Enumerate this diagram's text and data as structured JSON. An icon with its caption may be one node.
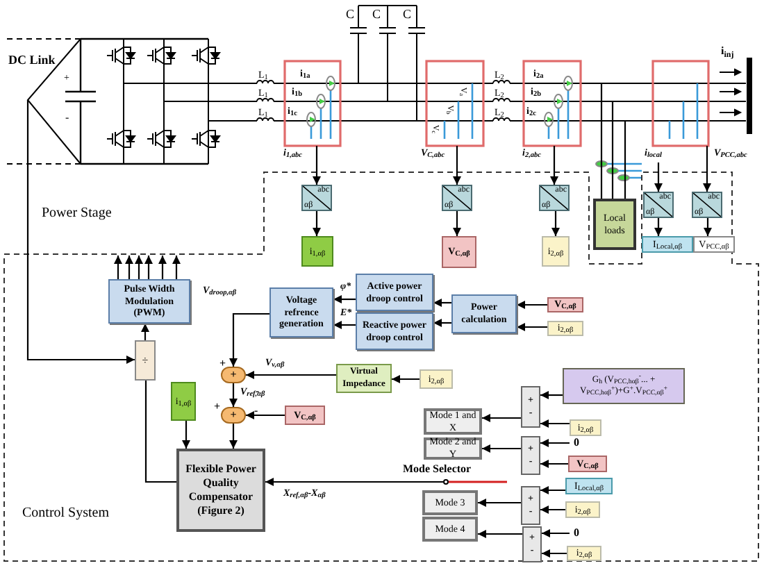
{
  "diagram": {
    "nodes": [
      {
        "text": [
          "abc",
          "αβ"
        ]
      },
      {
        "text": [
          "i$_{1,αβ}$"
        ]
      },
      {
        "text": [
          "abc",
          "αβ"
        ]
      },
      {
        "text": [
          "V$_{C,αβ}$"
        ]
      },
      {
        "text": [
          "abc",
          "αβ"
        ]
      },
      {
        "text": [
          "i$_{2,αβ}$"
        ]
      },
      {
        "text": [
          "Local loads"
        ]
      },
      {
        "text": [
          "abc",
          "αβ"
        ]
      },
      {
        "text": [
          "I$_{Local,αβ}$"
        ]
      },
      {
        "text": [
          "abc",
          "αβ"
        ]
      },
      {
        "text": [
          "V$_{PCC,αβ}$"
        ]
      },
      {
        "text": [
          "Pulse Width Modulation (PWM)"
        ]
      },
      {
        "text": [
          "÷"
        ]
      },
      {
        "text": [
          "Voltage refrence generation"
        ]
      },
      {
        "text": [
          "Active power droop control"
        ]
      },
      {
        "text": [
          "Reactive power droop control"
        ]
      },
      {
        "text": [
          "Power calculation"
        ]
      },
      {
        "text": [
          "V$_{C,αβ}$"
        ]
      },
      {
        "text": [
          "i$_{2,αβ}$"
        ]
      },
      {
        "text": [
          "+"
        ]
      },
      {
        "text": [
          "+"
        ]
      },
      {
        "text": [
          "Virtual Impedance"
        ]
      },
      {
        "text": [
          "i$_{2,αβ}$"
        ]
      },
      {
        "text": [
          "i$_{1,αβ}$"
        ]
      },
      {
        "text": [
          "V$_{C,αβ}$"
        ]
      },
      {
        "text": [
          "Flexible Power Quality Compensator (Figure 2)"
        ]
      },
      {
        "text": [
          "Mode 1 and X"
        ]
      },
      {
        "text": [
          "Mode 2 and Y"
        ]
      },
      {
        "text": [
          "Mode 3"
        ]
      },
      {
        "text": [
          "Mode 4"
        ]
      },
      {
        "text": [
          "+",
          "-"
        ]
      },
      {
        "text": [
          "+",
          "-"
        ]
      },
      {
        "text": [
          "+",
          "-"
        ]
      },
      {
        "text": [
          "+",
          "-"
        ]
      },
      {
        "text": [
          "G$_{h}$ (V$_{PCC,hαβ}$$^{-}$... + V$_{PCC,hαβ}$$^{+}$)+G$^{+}$.V$_{PCC,αβ}$$^{+}$"
        ]
      },
      {
        "text": [
          "i$_{2,αβ}$"
        ]
      },
      {
        "text": [
          "0"
        ]
      },
      {
        "text": [
          "V$_{C,αβ}$"
        ]
      },
      {
        "text": [
          "I$_{Local,αβ}$"
        ]
      },
      {
        "text": [
          "i$_{2,αβ}$"
        ]
      },
      {
        "text": [
          "0"
        ]
      },
      {
        "text": [
          "i$_{2,αβ}$"
        ]
      },
      {
        "text": [],
        "shape": "circle",
        "beside": [
          "Mode Selector"
        ]
      }
    ],
    "edges": [
      {
        "from": 11,
        "to": null,
        "arrow": "to"
      },
      {
        "from": 11,
        "to": null,
        "arrow": "to"
      },
      {
        "from": 11,
        "to": null,
        "arrow": "to"
      },
      {
        "from": 11,
        "to": null,
        "arrow": "to"
      },
      {
        "from": 11,
        "to": null,
        "arrow": "to"
      },
      {
        "from": 11,
        "to": null,
        "arrow": "to"
      },
      {
        "from": null,
        "to": 12,
        "arrow": "to"
      },
      {
        "from": 25,
        "to": 12,
        "arrow": "none"
      },
      {
        "from": 12,
        "to": 11,
        "arrow": "to"
      },
      {
        "from": 13,
        "to": 19,
        "arrow": "to",
        "label": "V$_{droop,αβ}$"
      },
      {
        "from": 14,
        "to": 13,
        "arrow": "to",
        "label": "φ*"
      },
      {
        "from": 15,
        "to": 13,
        "arrow": "to",
        "label": "E*"
      },
      {
        "from": 16,
        "to": 14,
        "arrow": "to"
      },
      {
        "from": 16,
        "to": 15,
        "arrow": "to"
      },
      {
        "from": 17,
        "to": 16,
        "arrow": "to"
      },
      {
        "from": 18,
        "to": 16,
        "arrow": "to"
      },
      {
        "from": 21,
        "to": 19,
        "arrow": "to",
        "label": "V$_{v,αβ}$"
      },
      {
        "from": 22,
        "to": 21,
        "arrow": "to"
      },
      {
        "from": 19,
        "to": 20,
        "arrow": "to",
        "label": "V$_{ref,αβ}$"
      },
      {
        "from": 24,
        "to": 20,
        "arrow": "to"
      },
      {
        "from": 20,
        "to": 25,
        "arrow": "to"
      },
      {
        "from": 23,
        "to": 25,
        "arrow": "to"
      },
      {
        "from": 42,
        "to": 25,
        "arrow": "to",
        "label": "X$_{ref,αβ}$-X$_{αβ}$"
      },
      {
        "from": 34,
        "to": 30,
        "arrow": "to"
      },
      {
        "from": 35,
        "to": 30,
        "arrow": "to"
      },
      {
        "from": 36,
        "to": 31,
        "arrow": "to"
      },
      {
        "from": 37,
        "to": 31,
        "arrow": "to"
      },
      {
        "from": 38,
        "to": 32,
        "arrow": "to"
      },
      {
        "from": 39,
        "to": 32,
        "arrow": "to"
      },
      {
        "from": 40,
        "to": 33,
        "arrow": "to"
      },
      {
        "from": 41,
        "to": 33,
        "arrow": "to"
      },
      {
        "from": 30,
        "to": 26,
        "arrow": "to"
      },
      {
        "from": 31,
        "to": 27,
        "arrow": "to"
      },
      {
        "from": 32,
        "to": 28,
        "arrow": "to"
      },
      {
        "from": 33,
        "to": 29,
        "arrow": "to"
      },
      {
        "from": null,
        "to": 0,
        "arrow": "to",
        "label": "i$_{1,abc}$"
      },
      {
        "from": null,
        "to": 2,
        "arrow": "to",
        "label": "V$_{C,abc}$"
      },
      {
        "from": null,
        "to": 4,
        "arrow": "to",
        "label": "i$_{2,abc}$"
      },
      {
        "from": null,
        "to": 6,
        "arrow": "none"
      },
      {
        "from": null,
        "to": 6,
        "arrow": "none"
      },
      {
        "from": null,
        "to": 6,
        "arrow": "none"
      },
      {
        "from": null,
        "to": 7,
        "arrow": "to",
        "label": "i$_{local}$"
      },
      {
        "from": null,
        "to": 9,
        "arrow": "to",
        "label": "V$_{PCC,abc}$"
      },
      {
        "from": 0,
        "to": 1,
        "arrow": "to"
      },
      {
        "from": 2,
        "to": 3,
        "arrow": "to"
      },
      {
        "from": 4,
        "to": 5,
        "arrow": "to"
      },
      {
        "from": 7,
        "to": 8,
        "arrow": "to"
      },
      {
        "from": 9,
        "to": 10,
        "arrow": "to"
      }
    ],
    "labels": [
      "DC Link",
      "+",
      "-",
      "L$_{1}$",
      "L$_{1}$",
      "L$_{1}$",
      "C",
      "C",
      "C",
      "i$_{1a}$",
      "i$_{1b}$",
      "i$_{1c}$",
      "V$_{c}$",
      "V$_{b}$",
      "V$_{a}$",
      "L$_{2}$",
      "L$_{2}$",
      "L$_{2}$",
      "i$_{2a}$",
      "i$_{2b}$",
      "i$_{2c}$",
      "i$_{inj}$",
      "Power Stage",
      "Control System",
      "+",
      "+",
      "-",
      "-"
    ]
  }
}
